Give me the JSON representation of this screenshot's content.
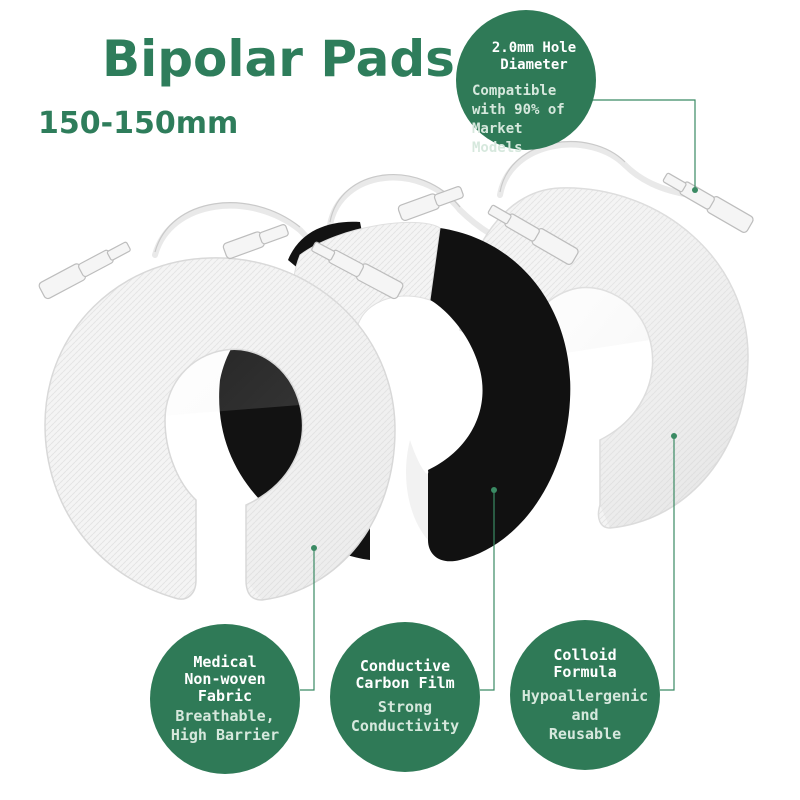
{
  "header": {
    "title": "Bipolar Pads",
    "size": "150-150mm"
  },
  "callouts": {
    "hole": {
      "heading": [
        "2.0mm Hole",
        "Diameter"
      ],
      "detail": [
        "Compatible",
        "with 90% of",
        "Market",
        "Models"
      ]
    },
    "fabric": {
      "heading": [
        "Medical",
        "Non-woven",
        "Fabric"
      ],
      "detail": [
        "Breathable,",
        "High Barrier"
      ]
    },
    "carbon": {
      "heading": [
        "Conductive",
        "Carbon Film"
      ],
      "detail": [
        "Strong",
        "Conductivity"
      ]
    },
    "colloid": {
      "heading": [
        "Colloid",
        "Formula"
      ],
      "detail": [
        "Hypoallergenic",
        "and",
        "Reusable"
      ]
    }
  },
  "colors": {
    "brand_green": "#2e7d5b",
    "bubble_green": "#2f7a57",
    "pad_white": "#f1f1f1",
    "carbon_black": "#111111"
  }
}
